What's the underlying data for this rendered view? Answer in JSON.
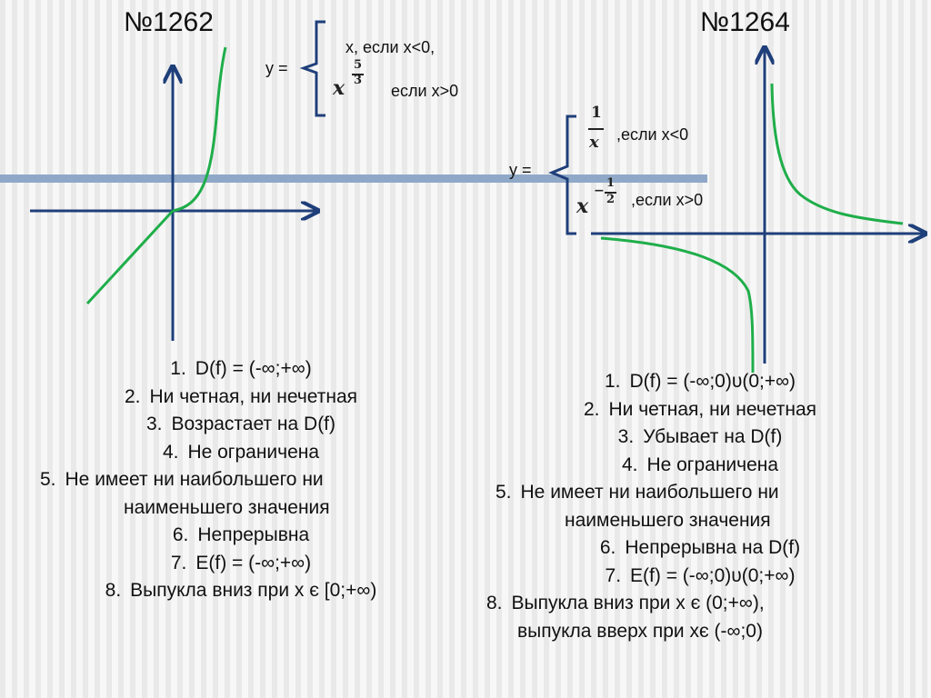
{
  "left": {
    "title": "№1262",
    "formula": {
      "lhs": "y =",
      "case1": "x, если x<0,",
      "case2_base": "x",
      "case2_exp_num": "5",
      "case2_exp_den": "3",
      "case2_cond": "если  x>0"
    },
    "props": [
      {
        "n": "1.",
        "text": "D(f) = (-∞;+∞)"
      },
      {
        "n": "2.",
        "text": "Ни четная, ни нечетная"
      },
      {
        "n": "3.",
        "text": "Возрастает на D(f)"
      },
      {
        "n": "4.",
        "text": "Не ограничена"
      },
      {
        "n": "5.",
        "text": "Не имеет ни наибольшего ни",
        "cont": "наименьшего значения"
      },
      {
        "n": "6.",
        "text": "Непрерывна"
      },
      {
        "n": "7.",
        "text": "E(f) = (-∞;+∞)"
      },
      {
        "n": "8.",
        "text": "Выпукла вниз при x є [0;+∞)"
      }
    ]
  },
  "right": {
    "title": "№1264",
    "formula": {
      "lhs": "y =",
      "case1_num": "1",
      "case1_den": "x",
      "case1_cond": ",если x<0",
      "case2_base": "x",
      "case2_exp_sign": "−",
      "case2_exp_num": "1",
      "case2_exp_den": "2",
      "case2_cond": ",если  x>0"
    },
    "props": [
      {
        "n": "1.",
        "text": "D(f) = (-∞;0)υ(0;+∞)"
      },
      {
        "n": "2.",
        "text": "Ни четная, ни нечетная"
      },
      {
        "n": "3.",
        "text": "Убывает  на D(f)"
      },
      {
        "n": "4.",
        "text": "Не ограничена"
      },
      {
        "n": "5.",
        "text": "Не имеет ни наибольшего ни",
        "cont": "наименьшего значения"
      },
      {
        "n": "6.",
        "text": "Непрерывна на D(f)"
      },
      {
        "n": "7.",
        "text": "E(f) = (-∞;0)υ(0;+∞)"
      },
      {
        "n": "8.",
        "text": "Выпукла вниз при x є (0;+∞),",
        "cont": "выпукла вверх при xє (-∞;0)"
      }
    ]
  },
  "colors": {
    "axis": "#1f3f7a",
    "curve": "#1fae4a",
    "brace": "#1f3f7a",
    "band": "#8fa8c8"
  }
}
